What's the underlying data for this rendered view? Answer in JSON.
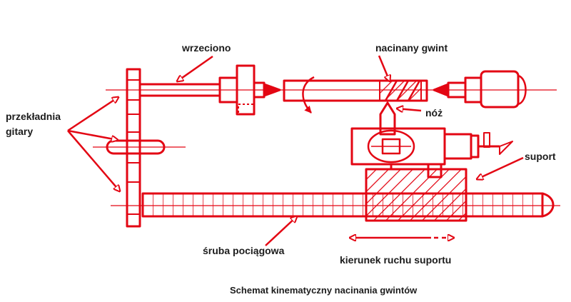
{
  "labels": {
    "spindle": "wrzeciono",
    "thread": "nacinany gwint",
    "tool": "nóż",
    "gear_train_line1": "przekładnia",
    "gear_train_line2": "gitary",
    "carriage": "suport",
    "leadscrew": "śruba pociągowa",
    "direction": "kierunek ruchu suportu"
  },
  "caption": "Schemat kinematyczny nacinania gwintów",
  "colors": {
    "drawing": "#e30613",
    "center_line": "#e30613",
    "text": "#1c1c1c",
    "background": "#ffffff"
  }
}
